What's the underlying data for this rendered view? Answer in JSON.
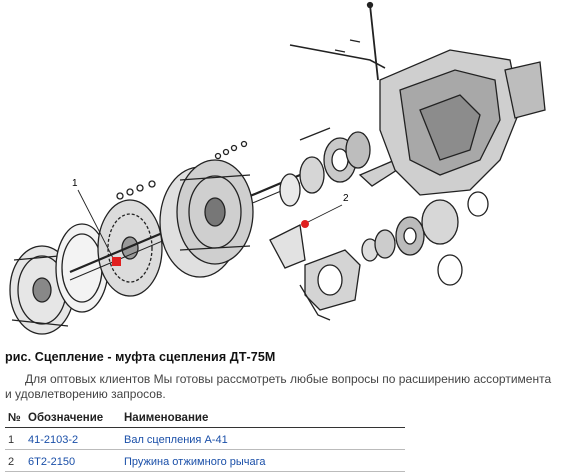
{
  "figure": {
    "callouts": [
      "1",
      "2"
    ],
    "red_marker_color": "#e02020"
  },
  "caption": "рис. Сцепление - муфта сцепления ДТ-75М",
  "notice": "Для оптовых клиентов Мы готовы рассмотреть любые вопросы по расширению ассортимента и удовлетворению запросов.",
  "table": {
    "headers": {
      "num": "№",
      "code": "Обозначение",
      "name": "Наименование"
    },
    "rows": [
      {
        "num": "1",
        "code": "41-2103-2",
        "name": "Вал сцепления А-41"
      },
      {
        "num": "2",
        "code": "6Т2-2150",
        "name": "Пружина отжимного рычага"
      }
    ]
  }
}
